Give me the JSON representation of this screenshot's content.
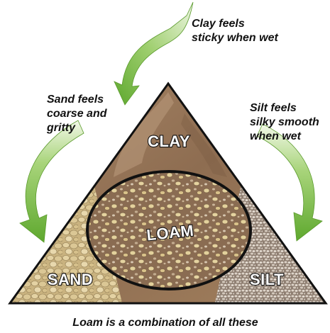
{
  "notes": {
    "clay": [
      "Clay feels",
      "sticky when wet"
    ],
    "sand": [
      "Sand feels",
      "coarse and",
      "gritty"
    ],
    "silt": [
      "Silt feels",
      "silky smooth",
      "when wet"
    ]
  },
  "zones": {
    "clay": "CLAY",
    "loam": "LOAM",
    "sand": "SAND",
    "silt": "SILT"
  },
  "caption": "Loam is a combination of all these",
  "colors": {
    "arrow_green": "#7cbd45",
    "clay_brown": "#9b7a5c",
    "sand_tan": "#d8c392",
    "silt_gray": "#b9aea3",
    "outline": "#111111"
  }
}
